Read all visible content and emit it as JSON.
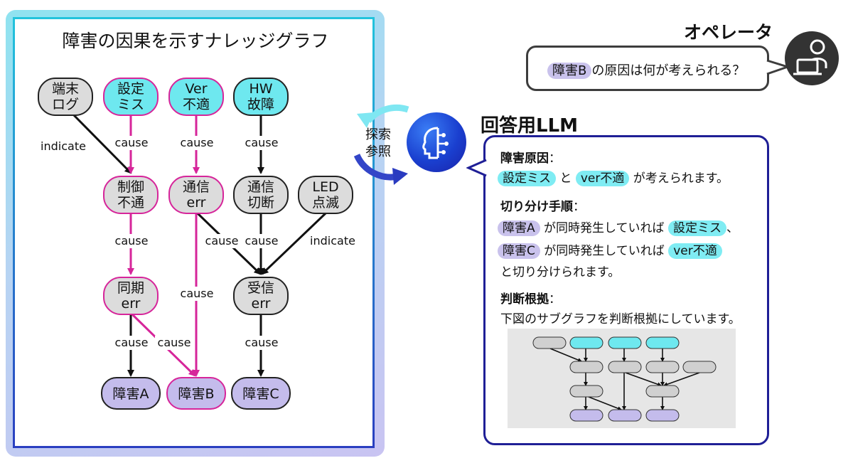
{
  "left_panel": {
    "title": "障害の因果を示すナレッジグラフ",
    "nodes": {
      "terminal_log": [
        "端末",
        "ログ"
      ],
      "config_miss": [
        "設定",
        "ミス"
      ],
      "ver_mismatch": [
        "Ver",
        "不適"
      ],
      "hw_failure": [
        "HW",
        "故障"
      ],
      "control_fail": [
        "制御",
        "不通"
      ],
      "comm_err": [
        "通信",
        "err"
      ],
      "comm_cut": [
        "通信",
        "切断"
      ],
      "led_blink": [
        "LED",
        "点滅"
      ],
      "sync_err": [
        "同期",
        "err"
      ],
      "recv_err": [
        "受信",
        "err"
      ],
      "failure_a": "障害A",
      "failure_b": "障害B",
      "failure_c": "障害C"
    },
    "edge_labels": {
      "indicate": "indicate",
      "cause": "cause"
    }
  },
  "search_cycle": [
    "探索",
    "参照"
  ],
  "operator": {
    "label": "オペレータ",
    "question_tag": "障害B",
    "question_rest": "の原因は何が考えられる？"
  },
  "llm": {
    "label": "回答用LLM",
    "cause_section": {
      "title": "障害原因",
      "colon": "：",
      "tag1": "設定ミス",
      "mid": "と",
      "tag2": "ver不適",
      "tail": "が考えられます。"
    },
    "isolation_section": {
      "title": "切り分け手順",
      "colon": "：",
      "row1_tag": "障害A",
      "row1_text": "が同時発生していれば",
      "row1_result": "設定ミス",
      "row1_end": "、",
      "row2_tag": "障害C",
      "row2_text": "が同時発生していれば",
      "row2_result": "ver不適",
      "row3": "と切り分けられます。"
    },
    "basis_section": {
      "title": "判断根拠",
      "colon": "：",
      "text": "下図のサブグラフを判断根拠にしています。"
    }
  },
  "colors": {
    "cyan_node": "#6ee8ef",
    "gray_node": "#dcdcdc",
    "purple_node": "#c4bcec",
    "magenta_edge": "#d6259a",
    "black_edge": "#111111",
    "llm_border": "#1f1f96"
  }
}
